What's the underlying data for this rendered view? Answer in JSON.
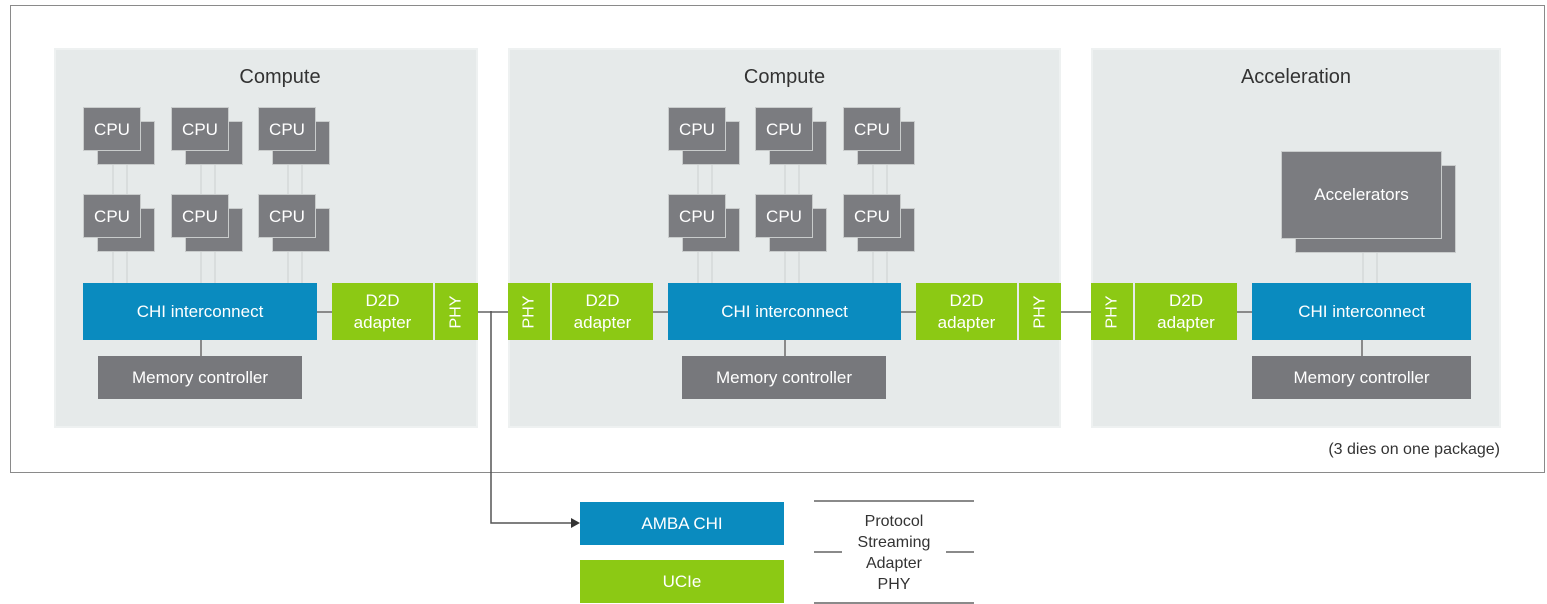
{
  "dies": [
    {
      "title": "Compute"
    },
    {
      "title": "Compute"
    },
    {
      "title": "Acceleration"
    }
  ],
  "cpu_label": "CPU",
  "chi_label": "CHI interconnect",
  "mem_label": "Memory controller",
  "d2d_line1": "D2D",
  "d2d_line2": "adapter",
  "phy_label": "PHY",
  "accelerators_label": "Accelerators",
  "package_note": "(3 dies on one package)",
  "legend": {
    "amba_chi": "AMBA CHI",
    "ucie": "UCIe",
    "layers": [
      "Protocol",
      "Streaming",
      "Adapter",
      "PHY"
    ]
  },
  "colors": {
    "chi_blue": "#0a8bbf",
    "ucie_green": "#8cc914",
    "block_gray": "#7b7c80",
    "die_bg": "#e6eaea"
  }
}
